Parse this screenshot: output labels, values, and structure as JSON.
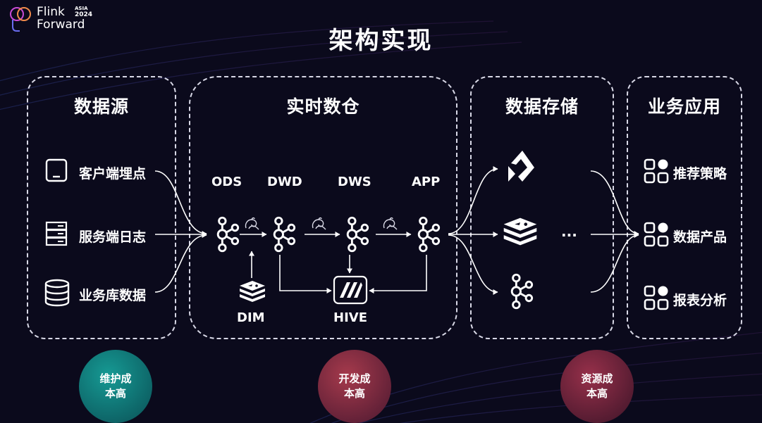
{
  "logo": {
    "brand_line1": "Flink",
    "brand_line2": "Forward",
    "region": "ASIA",
    "year": "2024"
  },
  "page_title": "架构实现",
  "sections": {
    "source": {
      "title": "数据源",
      "items": [
        "客户端埋点",
        "服务端日志",
        "业务库数据"
      ]
    },
    "warehouse": {
      "title": "实时数仓",
      "layers": [
        "ODS",
        "DWD",
        "DWS",
        "APP"
      ],
      "dim_label": "DIM",
      "hive_label": "HIVE"
    },
    "storage": {
      "title": "数据存储",
      "ellipsis": "···"
    },
    "apps": {
      "title": "业务应用",
      "items": [
        "推荐策略",
        "数据产品",
        "报表分析"
      ]
    }
  },
  "costs": [
    "维护成\n本高",
    "开发成\n本高",
    "资源成\n本高"
  ],
  "colors": {
    "bg": "#0b0a1c",
    "cost_maintain": "#169a94",
    "cost_develop": "#a63a4c",
    "cost_resource": "#97304a"
  }
}
